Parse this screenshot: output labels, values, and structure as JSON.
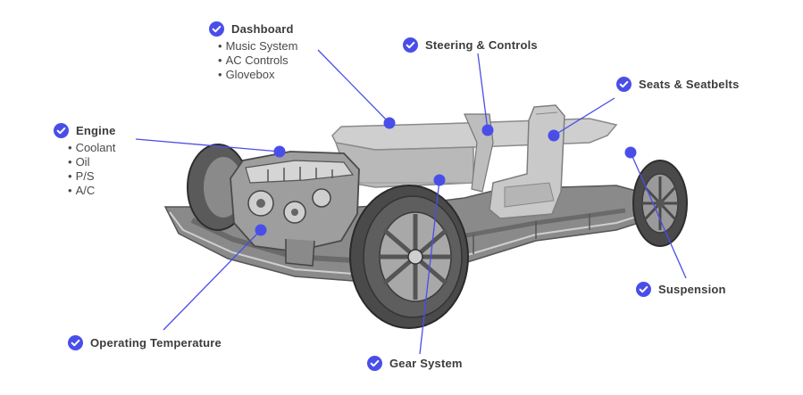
{
  "accent_color": "#4a4ee8",
  "icon": "check-circle-icon",
  "car_illustration": "car-chassis-illustration",
  "labels": [
    {
      "id": "dashboard",
      "title": "Dashboard",
      "items": [
        "Music System",
        "AC Controls",
        "Glovebox"
      ]
    },
    {
      "id": "steering",
      "title": "Steering & Controls",
      "items": []
    },
    {
      "id": "seats",
      "title": "Seats & Seatbelts",
      "items": []
    },
    {
      "id": "engine",
      "title": "Engine",
      "items": [
        "Coolant",
        "Oil",
        "P/S",
        "A/C"
      ]
    },
    {
      "id": "suspension",
      "title": "Suspension",
      "items": []
    },
    {
      "id": "operating",
      "title": "Operating Temperature",
      "items": []
    },
    {
      "id": "gear",
      "title": "Gear System",
      "items": []
    }
  ]
}
